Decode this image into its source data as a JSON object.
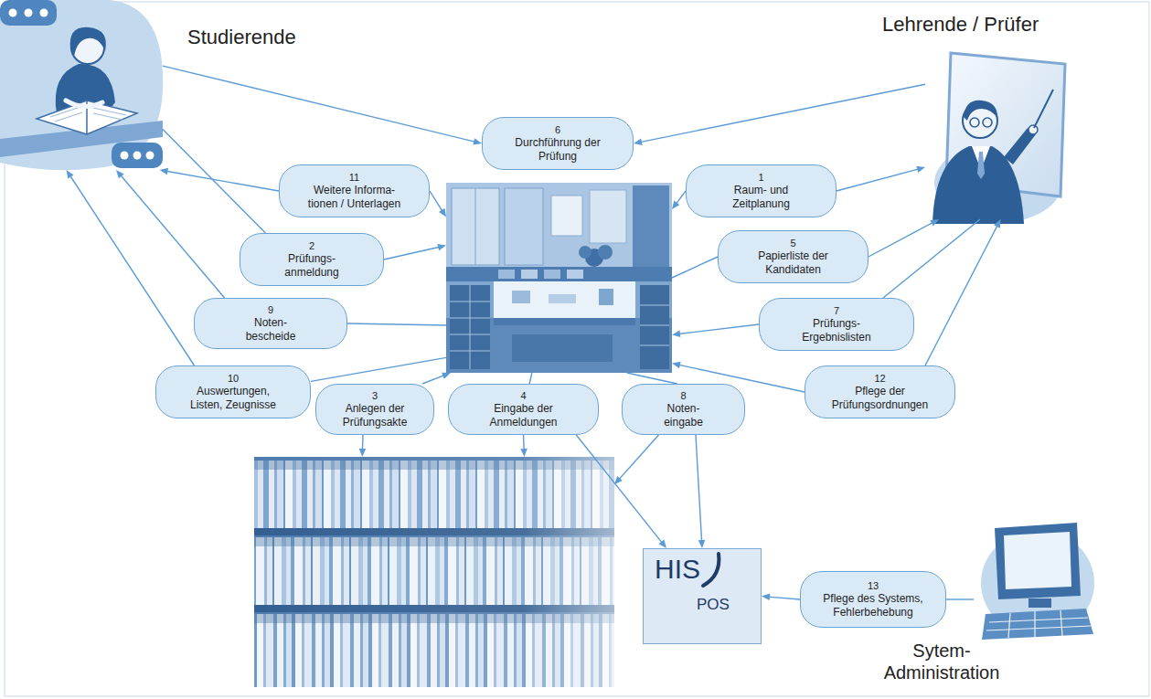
{
  "diagram": {
    "nodes": [
      {
        "text": [
          "Studierende"
        ]
      },
      {
        "text": [
          "Lehrende / Prüfer"
        ]
      },
      {
        "text": [
          "6",
          "Durchführung der Prüfung"
        ]
      },
      {
        "text": [
          "11",
          "Weitere Informa- tionen / Unterlagen"
        ]
      },
      {
        "text": [
          "1",
          "Raum- und Zeitplanung"
        ]
      },
      {
        "text": []
      },
      {
        "text": [
          "2",
          "Prüfungs- anmeldung"
        ]
      },
      {
        "text": [
          "5",
          "Papierliste der Kandidaten"
        ]
      },
      {
        "text": [
          "9",
          "Noten- bescheide"
        ]
      },
      {
        "text": [
          "7",
          "Prüfungs- Ergebnislisten"
        ]
      },
      {
        "text": [
          "10",
          "Auswertungen, Listen, Zeugnisse"
        ]
      },
      {
        "text": [
          "12",
          "Pflege der Prüfungsordnungen"
        ]
      },
      {
        "text": [
          "3",
          "Anlegen der Prüfungsakte"
        ]
      },
      {
        "text": [
          "4",
          "Eingabe der Anmeldungen"
        ]
      },
      {
        "text": [
          "8",
          "Noten- eingabe"
        ]
      },
      {
        "text": []
      },
      {
        "text": [
          "HIS",
          "POS"
        ]
      },
      {
        "text": [
          "13",
          "Pflege des Systems, Fehlerbehebung"
        ]
      },
      {
        "text": [
          "Sytem- Administration"
        ]
      }
    ],
    "edges": [
      {
        "from": 0,
        "to": 2,
        "arrow": "to"
      },
      {
        "from": 1,
        "to": 2,
        "arrow": "to"
      },
      {
        "from": 3,
        "to": 0,
        "arrow": "to"
      },
      {
        "from": 3,
        "to": 5,
        "arrow": "to"
      },
      {
        "from": 4,
        "to": 1,
        "arrow": "to"
      },
      {
        "from": 4,
        "to": 5,
        "arrow": "to"
      },
      {
        "from": 0,
        "to": 6,
        "arrow": "none"
      },
      {
        "from": 6,
        "to": 5,
        "arrow": "to"
      },
      {
        "from": 5,
        "to": 7,
        "arrow": "none"
      },
      {
        "from": 7,
        "to": 1,
        "arrow": "to"
      },
      {
        "from": 5,
        "to": 8,
        "arrow": "none"
      },
      {
        "from": 8,
        "to": 0,
        "arrow": "to"
      },
      {
        "from": 1,
        "to": 9,
        "arrow": "none"
      },
      {
        "from": 9,
        "to": 5,
        "arrow": "to"
      },
      {
        "from": 5,
        "to": 10,
        "arrow": "none"
      },
      {
        "from": 10,
        "to": 0,
        "arrow": "to"
      },
      {
        "from": 11,
        "to": 5,
        "arrow": "to"
      },
      {
        "from": 11,
        "to": 1,
        "arrow": "to"
      },
      {
        "from": 12,
        "to": 5,
        "arrow": "to"
      },
      {
        "from": 12,
        "to": 15,
        "arrow": "to"
      },
      {
        "from": 5,
        "to": 13,
        "arrow": "none"
      },
      {
        "from": 13,
        "to": 15,
        "arrow": "to"
      },
      {
        "from": 13,
        "to": 16,
        "arrow": "to"
      },
      {
        "from": 5,
        "to": 14,
        "arrow": "none"
      },
      {
        "from": 14,
        "to": 15,
        "arrow": "to"
      },
      {
        "from": 14,
        "to": 16,
        "arrow": "to"
      },
      {
        "from": 17,
        "to": 16,
        "arrow": "to"
      },
      {
        "from": 18,
        "to": 17,
        "arrow": "none"
      }
    ]
  }
}
